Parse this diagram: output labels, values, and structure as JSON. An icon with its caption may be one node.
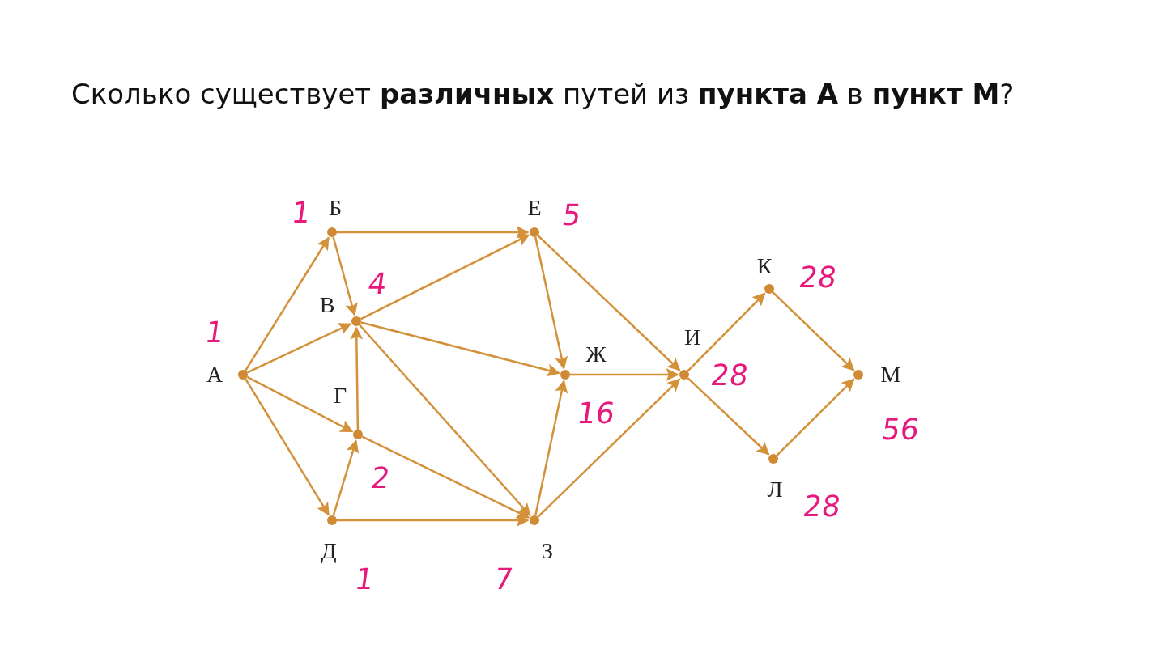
{
  "diagram": {
    "title": "Сколько существует **различных** путей из **пункта А** в **пункт М**?",
    "nodes": [
      {
        "text": [
          "А"
        ],
        "beside": [
          "1"
        ]
      },
      {
        "text": [
          "Б"
        ],
        "beside": [
          "1"
        ]
      },
      {
        "text": [
          "В"
        ],
        "beside": [
          "4"
        ]
      },
      {
        "text": [
          "Г"
        ],
        "beside": [
          "2"
        ]
      },
      {
        "text": [
          "Д"
        ],
        "beside": [
          "1"
        ]
      },
      {
        "text": [
          "Е"
        ],
        "beside": [
          "5"
        ]
      },
      {
        "text": [
          "Ж"
        ],
        "beside": [
          "16"
        ]
      },
      {
        "text": [
          "З"
        ],
        "beside": [
          "7"
        ]
      },
      {
        "text": [
          "И"
        ],
        "beside": [
          "28"
        ]
      },
      {
        "text": [
          "К"
        ],
        "beside": [
          "28"
        ]
      },
      {
        "text": [
          "Л"
        ],
        "beside": [
          "28"
        ]
      },
      {
        "text": [
          "М"
        ],
        "beside": [
          "56"
        ]
      }
    ],
    "edges": [
      {
        "from": 0,
        "to": 1,
        "arrow": "to"
      },
      {
        "from": 0,
        "to": 2,
        "arrow": "to"
      },
      {
        "from": 0,
        "to": 3,
        "arrow": "to"
      },
      {
        "from": 0,
        "to": 4,
        "arrow": "to"
      },
      {
        "from": 1,
        "to": 5,
        "arrow": "to"
      },
      {
        "from": 1,
        "to": 2,
        "arrow": "to"
      },
      {
        "from": 2,
        "to": 5,
        "arrow": "to"
      },
      {
        "from": 2,
        "to": 6,
        "arrow": "to"
      },
      {
        "from": 2,
        "to": 7,
        "arrow": "to"
      },
      {
        "from": 3,
        "to": 2,
        "arrow": "to"
      },
      {
        "from": 3,
        "to": 7,
        "arrow": "to"
      },
      {
        "from": 4,
        "to": 3,
        "arrow": "to"
      },
      {
        "from": 4,
        "to": 7,
        "arrow": "to"
      },
      {
        "from": 5,
        "to": 6,
        "arrow": "to"
      },
      {
        "from": 5,
        "to": 8,
        "arrow": "to"
      },
      {
        "from": 6,
        "to": 8,
        "arrow": "to"
      },
      {
        "from": 7,
        "to": 6,
        "arrow": "to"
      },
      {
        "from": 7,
        "to": 8,
        "arrow": "to"
      },
      {
        "from": 8,
        "to": 9,
        "arrow": "to"
      },
      {
        "from": 8,
        "to": 10,
        "arrow": "to"
      },
      {
        "from": 9,
        "to": 11,
        "arrow": "to"
      },
      {
        "from": 10,
        "to": 11,
        "arrow": "to"
      }
    ]
  }
}
